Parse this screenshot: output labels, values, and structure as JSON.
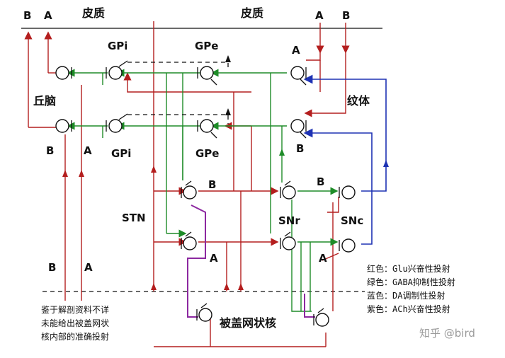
{
  "labels": {
    "cortex_left": "皮质",
    "cortex_right": "皮质",
    "thalamus": "丘脑",
    "striatum": "纹体",
    "gpi_top": "GPi",
    "gpe_top": "GPe",
    "gpi_bottom": "GPi",
    "gpe_bottom": "GPe",
    "stn": "STN",
    "snr": "SNr",
    "snc": "SNc",
    "tegmental": "被盖网状核"
  },
  "pathway_letters": {
    "top_left_b": "B",
    "top_left_a": "A",
    "top_right_a": "A",
    "top_right_b": "B",
    "striatum_a": "A",
    "striatum_b": "B",
    "thal_b": "B",
    "thal_a": "A",
    "stn_b": "B",
    "snr_b": "B",
    "tegm_a": "A",
    "snc_a": "A",
    "lower_b": "B",
    "lower_a": "A"
  },
  "legend": [
    {
      "text": "红色：Glu兴奋性投射",
      "color": "#b41e1e"
    },
    {
      "text": "绿色：GABA抑制性投射",
      "color": "#1e8c28"
    },
    {
      "text": "蓝色：DA调制性投射",
      "color": "#1e32b4"
    },
    {
      "text": "紫色：ACh兴奋性投射",
      "color": "#8c28a0"
    }
  ],
  "note": [
    "鉴于解剖资料不详",
    "未能给出被盖网状",
    "核内部的准确投射"
  ],
  "watermark": "知乎 @bird"
}
